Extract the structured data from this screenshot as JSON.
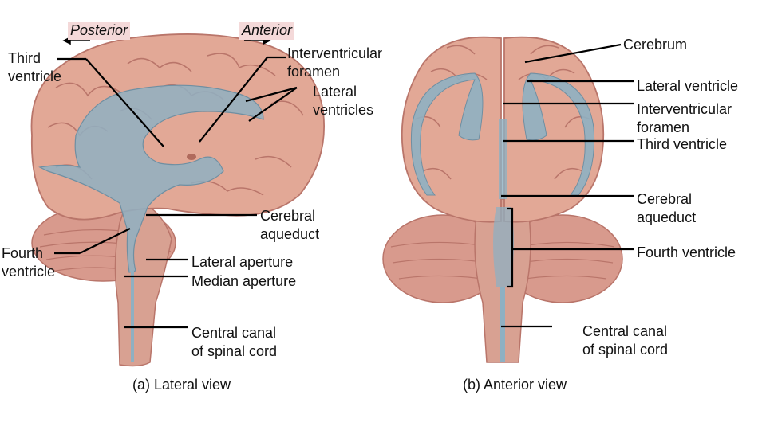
{
  "lateral": {
    "posterior": "Posterior",
    "anterior": "Anterior",
    "third_ventricle": "Third\nventricle",
    "interventricular_foramen": "Interventricular\nforamen",
    "lateral_ventricles": "Lateral\nventricles",
    "cerebral_aqueduct": "Cerebral\naqueduct",
    "fourth_ventricle": "Fourth\nventricle",
    "lateral_aperture": "Lateral aperture",
    "median_aperture": "Median aperture",
    "central_canal": "Central canal\nof spinal cord",
    "caption": "(a) Lateral view"
  },
  "anterior_view": {
    "cerebrum": "Cerebrum",
    "lateral_ventricle": "Lateral ventricle",
    "interventricular_foramen": "Interventricular\nforamen",
    "third_ventricle": "Third ventricle",
    "cerebral_aqueduct": "Cerebral\naqueduct",
    "fourth_ventricle": "Fourth ventricle",
    "central_canal": "Central canal\nof spinal cord",
    "caption": "(b) Anterior view"
  },
  "colors": {
    "brain": "#e2a896",
    "brain_dark": "#b9756a",
    "cerebellum": "#d89a8d",
    "ventricle": "#8fb0c2",
    "leader": "#000000"
  }
}
